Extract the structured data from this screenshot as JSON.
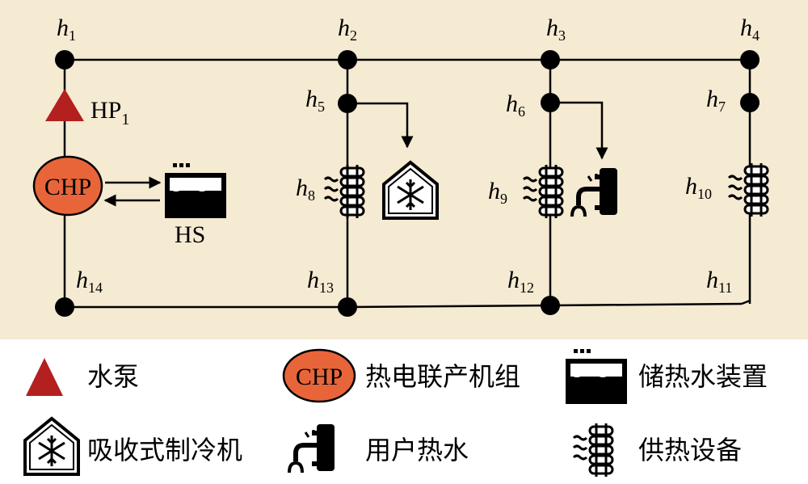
{
  "colors": {
    "background": "#f5ead2",
    "pump": "#b41f1f",
    "chp_fill": "#e8653a",
    "line": "#000000"
  },
  "nodes": {
    "h1": {
      "base": "h",
      "sub": "1"
    },
    "h2": {
      "base": "h",
      "sub": "2"
    },
    "h3": {
      "base": "h",
      "sub": "3"
    },
    "h4": {
      "base": "h",
      "sub": "4"
    },
    "h5": {
      "base": "h",
      "sub": "5"
    },
    "h6": {
      "base": "h",
      "sub": "6"
    },
    "h7": {
      "base": "h",
      "sub": "7"
    },
    "h8": {
      "base": "h",
      "sub": "8"
    },
    "h9": {
      "base": "h",
      "sub": "9"
    },
    "h10": {
      "base": "h",
      "sub": "10"
    },
    "h11": {
      "base": "h",
      "sub": "11"
    },
    "h12": {
      "base": "h",
      "sub": "12"
    },
    "h13": {
      "base": "h",
      "sub": "13"
    },
    "h14": {
      "base": "h",
      "sub": "14"
    }
  },
  "components": {
    "pump": {
      "base": "HP",
      "sub": "1"
    },
    "chp": "CHP",
    "storage": "HS"
  },
  "legend": {
    "pump": "水泵",
    "chp_icon": "CHP",
    "chp": "热电联产机组",
    "storage": "储热水装置",
    "chiller": "吸收式制冷机",
    "hot_water": "用户热水",
    "heating": "供热设备"
  },
  "icons": [
    "pump-triangle-icon",
    "chp-circle-icon",
    "heat-storage-tank-icon",
    "absorption-chiller-icon",
    "hot-water-faucet-icon",
    "radiator-icon"
  ]
}
